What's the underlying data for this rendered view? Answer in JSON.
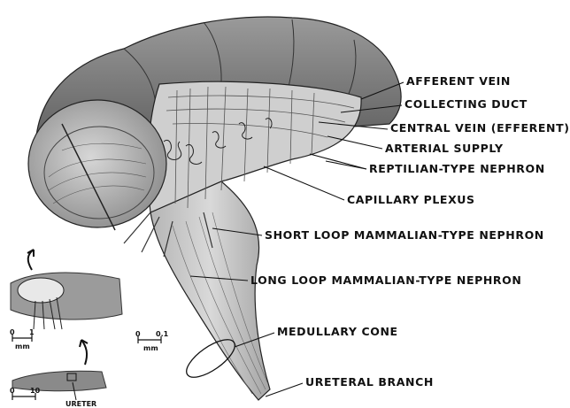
{
  "labels": {
    "afferent_vein": "AFFERENT VEIN",
    "collecting_duct": "COLLECTING DUCT",
    "central_vein": "CENTRAL VEIN (EFFERENT)",
    "arterial_supply": "ARTERIAL SUPPLY",
    "reptilian_nephron": "REPTILIAN-TYPE NEPHRON",
    "capillary_plexus": "CAPILLARY PLEXUS",
    "short_loop": "SHORT LOOP MAMMALIAN-TYPE NEPHRON",
    "long_loop": "LONG LOOP MAMMALIAN-TYPE NEPHRON",
    "medullary_cone": "MEDULLARY CONE",
    "ureteral_branch": "URETERAL BRANCH"
  },
  "scales": {
    "main": {
      "start": "0",
      "end": "0.1",
      "unit": "mm"
    },
    "inset_top": {
      "start": "0",
      "end": "1",
      "unit": "mm"
    },
    "inset_bottom": {
      "start": "0",
      "end": "10"
    },
    "ureter": "URETER"
  },
  "colors": {
    "ink": "#111111",
    "shade": "#8a8a8a",
    "background": "#ffffff"
  }
}
